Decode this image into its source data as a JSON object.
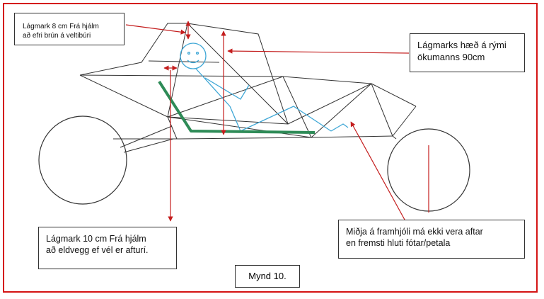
{
  "colors": {
    "frame_border": "#d41414",
    "arrow": "#c41e1e",
    "driver_figure": "#3fa7d6",
    "firewall_line": "#2e8b57",
    "chassis_line": "#333333"
  },
  "callouts": {
    "top_left": {
      "line1": "Lágmark  8 cm  Frá hjálm",
      "line2": "að efri brún á veltibúri"
    },
    "top_right": {
      "line1": "Lágmarks  hæð á rými",
      "line2": "ökumanns  90cm"
    },
    "bottom_left": {
      "line1": "Lágmark 10 cm Frá hjálm",
      "line2": "að eldvegg ef vél er afturí."
    },
    "bottom_right": {
      "line1": "Miðja á framhjóli má ekki vera aftar",
      "line2": "en fremsti hluti fótar/petala"
    }
  },
  "caption": "Mynd 10.",
  "icons": {
    "driver": "stick-figure-icon",
    "wheels": "wheel-icon"
  }
}
